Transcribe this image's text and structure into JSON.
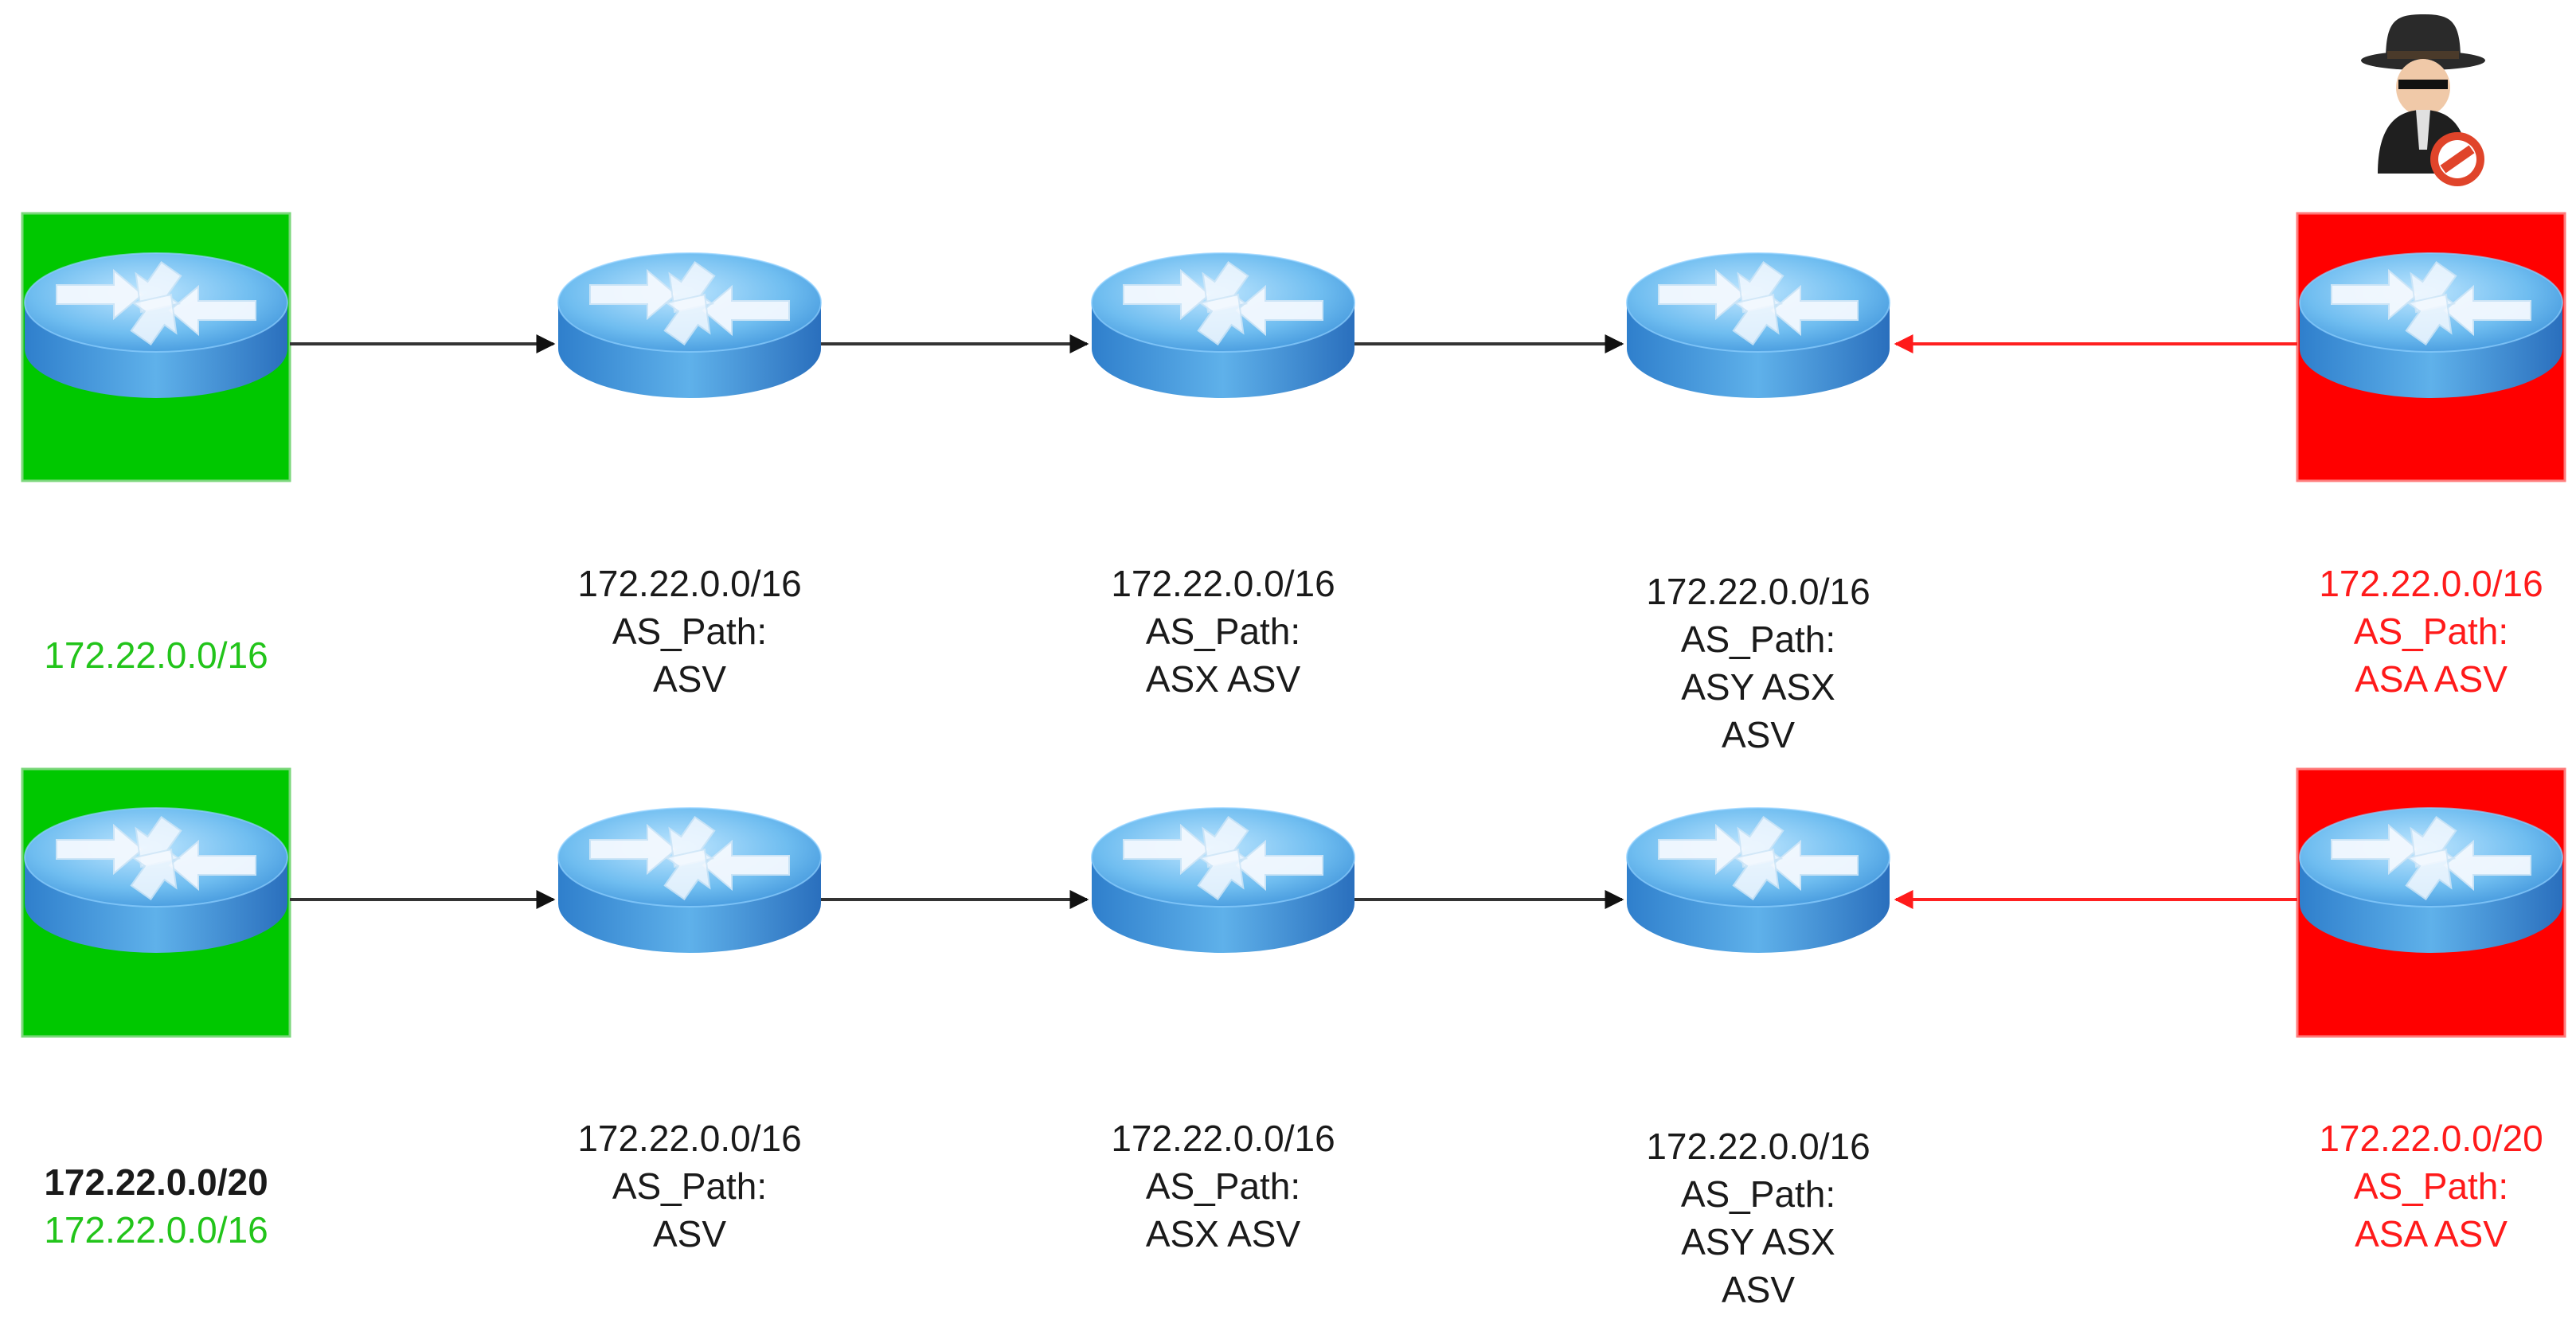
{
  "colors": {
    "legit": "#00c800",
    "attacker": "#ff0000",
    "arrow": "#333333",
    "attack_arrow": "#ff2020",
    "router": "#3f8fd8"
  },
  "icons": {
    "router": "router-icon",
    "attacker": "hacker-icon"
  },
  "rows": [
    {
      "origin_lines": [
        "172.22.0.0/16"
      ],
      "hops": [
        [
          "172.22.0.0/16",
          "AS_Path:",
          "ASV"
        ],
        [
          "172.22.0.0/16",
          "AS_Path:",
          "ASX ASV"
        ],
        [
          "172.22.0.0/16",
          "AS_Path:",
          "ASY ASX",
          "ASV"
        ]
      ],
      "attacker_lines": [
        "172.22.0.0/16",
        "AS_Path:",
        "ASA ASV"
      ]
    },
    {
      "origin_lines": [
        "172.22.0.0/20",
        "172.22.0.0/16"
      ],
      "hops": [
        [
          "172.22.0.0/16",
          "AS_Path:",
          "ASV"
        ],
        [
          "172.22.0.0/16",
          "AS_Path:",
          "ASX ASV"
        ],
        [
          "172.22.0.0/16",
          "AS_Path:",
          "ASY ASX",
          "ASV"
        ]
      ],
      "attacker_lines": [
        "172.22.0.0/20",
        "AS_Path:",
        "ASA ASV"
      ]
    }
  ]
}
